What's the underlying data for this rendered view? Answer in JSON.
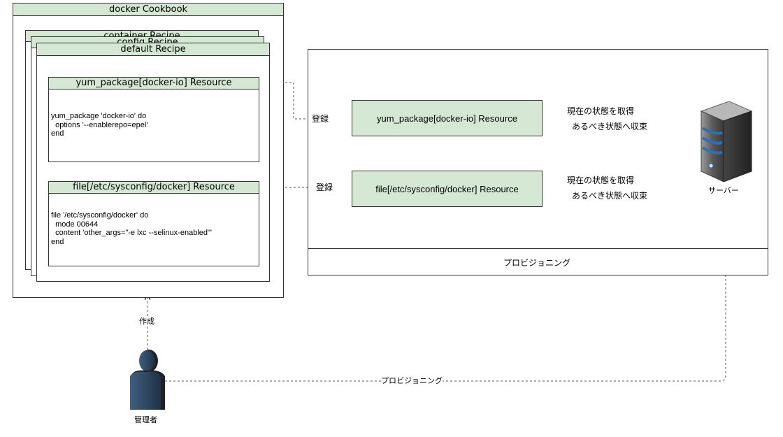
{
  "cookbook": {
    "title": "docker Cookbook"
  },
  "recipes": {
    "container": "container Recipe",
    "config": "config Recipe",
    "default": "default Recipe"
  },
  "resources": {
    "yum": {
      "title": "yum_package[docker-io] Resource",
      "code": "yum_package 'docker-io' do\n  options '--enablerepo=epel'\nend"
    },
    "file": {
      "title": "file[/etc/sysconfig/docker] Resource",
      "code": "file '/etc/sysconfig/docker' do\n  mode 00644\n  content 'other_args=\"-e lxc --selinux-enabled\"'\nend"
    }
  },
  "provisioning": {
    "footer": "プロビジョニング",
    "yum_node": "yum_package[docker-io] Resource",
    "file_node": "file[/etc/sysconfig/docker] Resource"
  },
  "labels": {
    "register": "登録",
    "get_state": "現在の状態を取得",
    "converge": "あるべき状態へ収束",
    "create": "作成",
    "provision": "プロビジョニング",
    "server": "サーバー",
    "admin": "管理者"
  },
  "colors": {
    "resource_fill": "#d5e8d4",
    "border": "#333333"
  },
  "icons": {
    "server": "server-icon",
    "admin": "person-icon"
  }
}
